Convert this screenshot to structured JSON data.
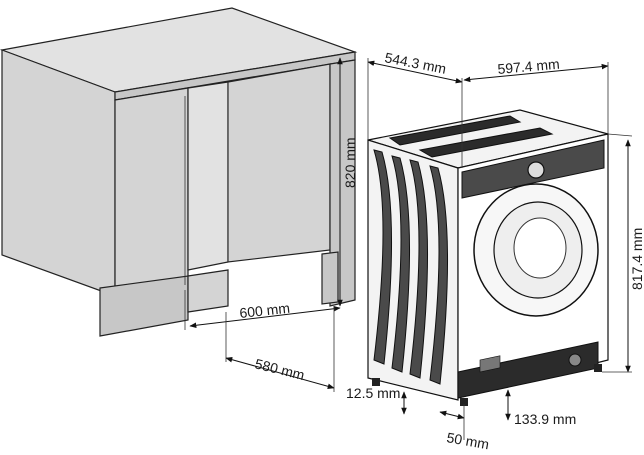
{
  "dimensions": {
    "depth_machine": "544.3 mm",
    "width_machine": "597.4 mm",
    "height_cabinet": "820 mm",
    "height_machine": "817.4 mm",
    "width_cabinet": "600 mm",
    "depth_cabinet": "580 mm",
    "clearance_bottom": "12.5 mm",
    "foot_offset": "50 mm",
    "feet_spacing": "133.9 mm"
  }
}
